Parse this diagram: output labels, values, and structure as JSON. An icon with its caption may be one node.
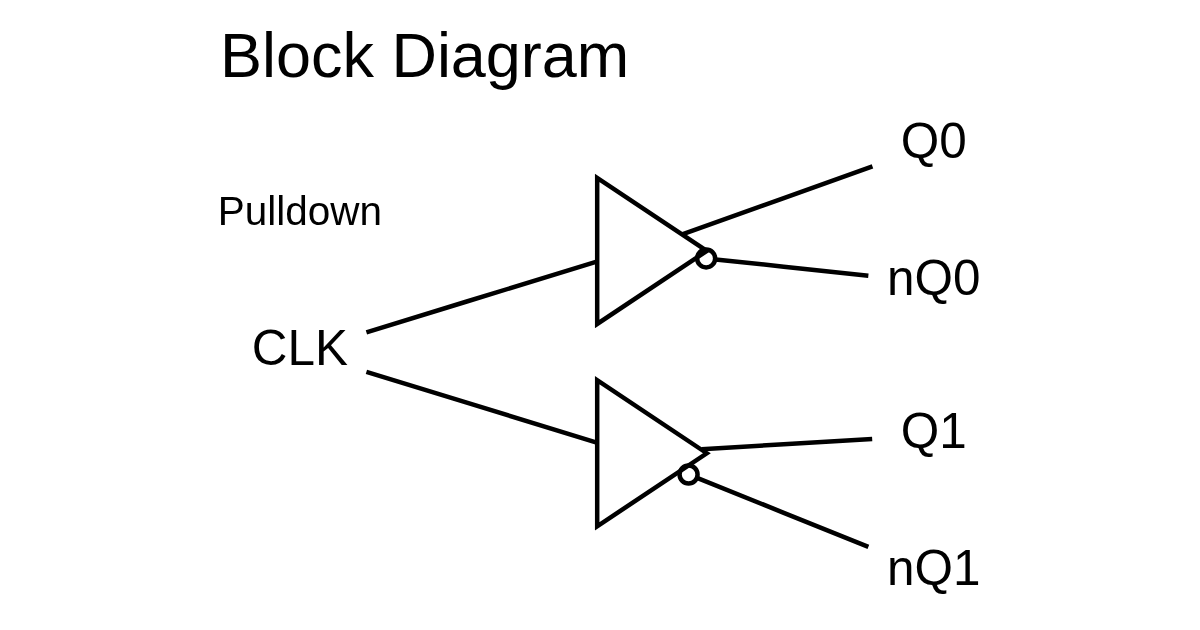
{
  "diagram": {
    "title": "Block Diagram",
    "nodes": [
      {
        "text": [
          "CLK"
        ]
      },
      {
        "text": [],
        "shape": "triangle"
      },
      {
        "text": [],
        "shape": "triangle"
      },
      {
        "text": [
          "Q0"
        ]
      },
      {
        "text": [
          "nQ0"
        ]
      },
      {
        "text": [
          "Q1"
        ]
      },
      {
        "text": [
          "nQ1"
        ]
      }
    ],
    "edges": [
      {
        "from": 0,
        "to": 1,
        "arrow": "none"
      },
      {
        "from": 0,
        "to": 2,
        "arrow": "none"
      },
      {
        "from": 1,
        "to": 3,
        "arrow": "none"
      },
      {
        "from": 1,
        "to": 4,
        "arrow": "other"
      },
      {
        "from": 2,
        "to": 5,
        "arrow": "none"
      },
      {
        "from": 2,
        "to": 6,
        "arrow": "other"
      }
    ],
    "labels": [
      "Pulldown"
    ]
  }
}
